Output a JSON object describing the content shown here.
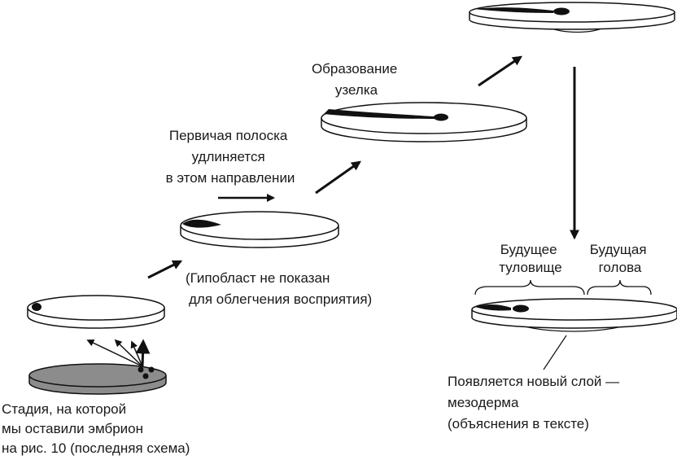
{
  "labels": {
    "stage_start": [
      "Стадия, на которой",
      "мы оставили эмбрион",
      "на рис. 10 (последняя схема)"
    ],
    "streak_lengthens": [
      "Первичая полоска",
      "удлиняется",
      "в этом направлении"
    ],
    "hypoblast_note": [
      "(Гипобласт не показан",
      "для облегчения восприятия)"
    ],
    "node_formation": [
      "Образование",
      "узелка"
    ],
    "future_trunk": [
      "Будущее",
      "туловище"
    ],
    "future_head": [
      "Будущая",
      "голова"
    ],
    "new_layer": [
      "Появляется новый слой —",
      "мезодерма",
      "(объяснения в тексте)"
    ]
  }
}
